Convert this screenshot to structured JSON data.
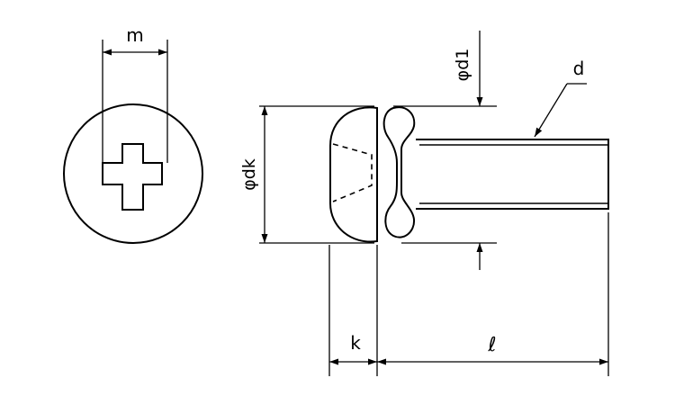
{
  "labels": {
    "m": "m",
    "dk": "φdk",
    "d1": "φd1",
    "d": "d",
    "k": "k",
    "l": "ℓ"
  },
  "colors": {
    "ink": "#000000",
    "background": "#ffffff"
  }
}
